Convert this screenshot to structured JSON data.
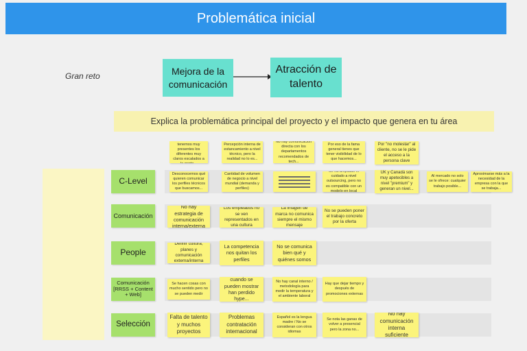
{
  "title": "Problemática inicial",
  "gran_reto": {
    "label": "Gran reto",
    "from": "Mejora de la comunicación",
    "to": "Atracción de talento",
    "arrow_icon": "arrow-right-icon"
  },
  "prompt": "Explica la problemática principal del proyecto y el impacto que genera en tu área",
  "colors": {
    "header": "#2f94ea",
    "teal": "#68e0cf",
    "sticky": "#fbf47c",
    "label": "#a6e06c",
    "banner": "#f8f2b0"
  },
  "top_notes": [
    "Nivel técnico: tenemos muy presentes los diferentes muy claros escalados a la gente...",
    "Percepción interna de estancamiento a nivel técnico, pero la realidad no lo es...",
    "No hay comunicación directa con los departamentos recomendados de tech...",
    "Por eso de la fama general tienes que tener visibilidad de lo que hacemos...",
    "Por \"no molestar\" al cliente, no se le pide el acceso a la persona clave"
  ],
  "rows": [
    {
      "label": "C-Level",
      "notes": [
        "Desconocemos qué quieren comunicar los perfiles técnicos que buscamos...",
        "Cantidad de volumen de negocio a nivel mundial (demanda y perfiles)",
        "",
        "Se ha ampliado el cuidado a nivel outsourcing, pero no es compatible con un modelo en local",
        "UK y Canadá son muy apetecibles a nivel \"premium\" y generan un nivel...",
        "Al mercado no solo se le ofrece: cualquier trabajo posible...",
        "Aproximarse más a la necesidad de la empresa con la que se trabaja..."
      ]
    },
    {
      "label": "Comunicación",
      "notes": [
        "No hay estrategia de comunicación interna/externa",
        "Los empleados no se ven representados en una cultura",
        "La imagen de marca no comunica siempre el mismo mensaje",
        "No se pueden poner el trabajo concreto por la oferta"
      ]
    },
    {
      "label": "People",
      "notes": [
        "Definir cultura, planes y comunicación externa/interna",
        "La competencia nos quitan los perfiles",
        "No se comunica bien qué y quiénes somos"
      ]
    },
    {
      "label": "Comunicación [RRSS + Content + Web]",
      "notes": [
        "Se hacen cosas con mucho sentido pero no se pueden medir",
        "cuando se pueden mostrar han perdido hype...",
        "No hay canal interno / metodología para medir la temperatura y el ambiente laboral",
        "Hay que dejar tiempo y después de promociones externas"
      ]
    },
    {
      "label": "Selección",
      "notes": [
        "Falta de talento y muchos proyectos",
        "Problemas contratación internacional",
        "Español es la lengua madre / No se consideran con otros idiomas",
        "Se nota las ganas de volver a presencial pero la zona no...",
        "No hay comunicación interna suficiente"
      ]
    }
  ]
}
